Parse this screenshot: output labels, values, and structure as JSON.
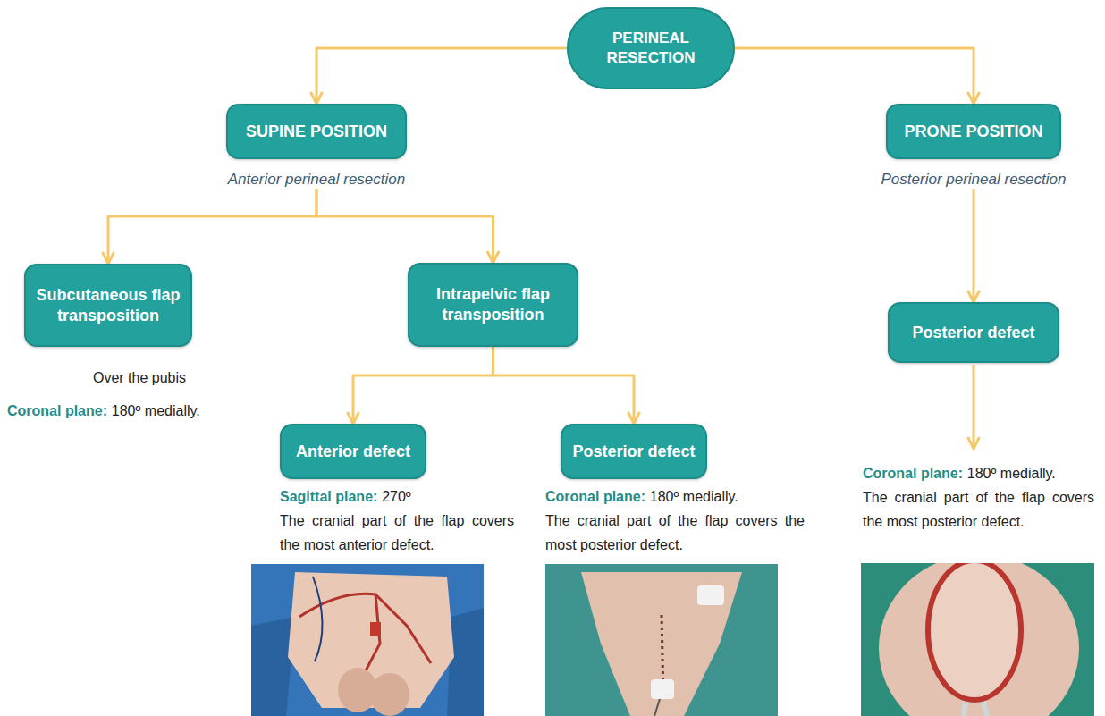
{
  "diagram": {
    "nodes": [
      {
        "text": [
          "PERINEAL RESECTION"
        ]
      },
      {
        "text": [
          "SUPINE POSITION",
          "Anterior perineal resection"
        ]
      },
      {
        "text": [
          "PRONE POSITION",
          "Posterior perineal resection"
        ]
      },
      {
        "text": [
          "Subcutaneous flap transposition",
          "Over the pubis",
          "Coronal plane:",
          "180º medially."
        ]
      },
      {
        "text": [
          "Intrapelvic flap transposition"
        ]
      },
      {
        "text": [
          "Anterior defect",
          "Sagittal plane:",
          "270º",
          "The cranial part of the flap covers the most anterior defect."
        ]
      },
      {
        "text": [
          "Posterior defect",
          "Coronal plane:",
          "180º medially.",
          "The cranial part of the flap covers the most posterior defect."
        ]
      },
      {
        "text": [
          "Posterior defect",
          "Coronal plane:",
          "180º medially.",
          "The cranial part of the flap covers the most posterior defect."
        ]
      }
    ],
    "edges": [
      {
        "from": 0,
        "to": 1,
        "arrow": "to"
      },
      {
        "from": 0,
        "to": 2,
        "arrow": "to"
      },
      {
        "from": 1,
        "to": 3,
        "arrow": "to"
      },
      {
        "from": 1,
        "to": 4,
        "arrow": "to"
      },
      {
        "from": 4,
        "to": 5,
        "arrow": "to"
      },
      {
        "from": 4,
        "to": 6,
        "arrow": "to"
      },
      {
        "from": 2,
        "to": 7,
        "arrow": "to"
      }
    ]
  }
}
